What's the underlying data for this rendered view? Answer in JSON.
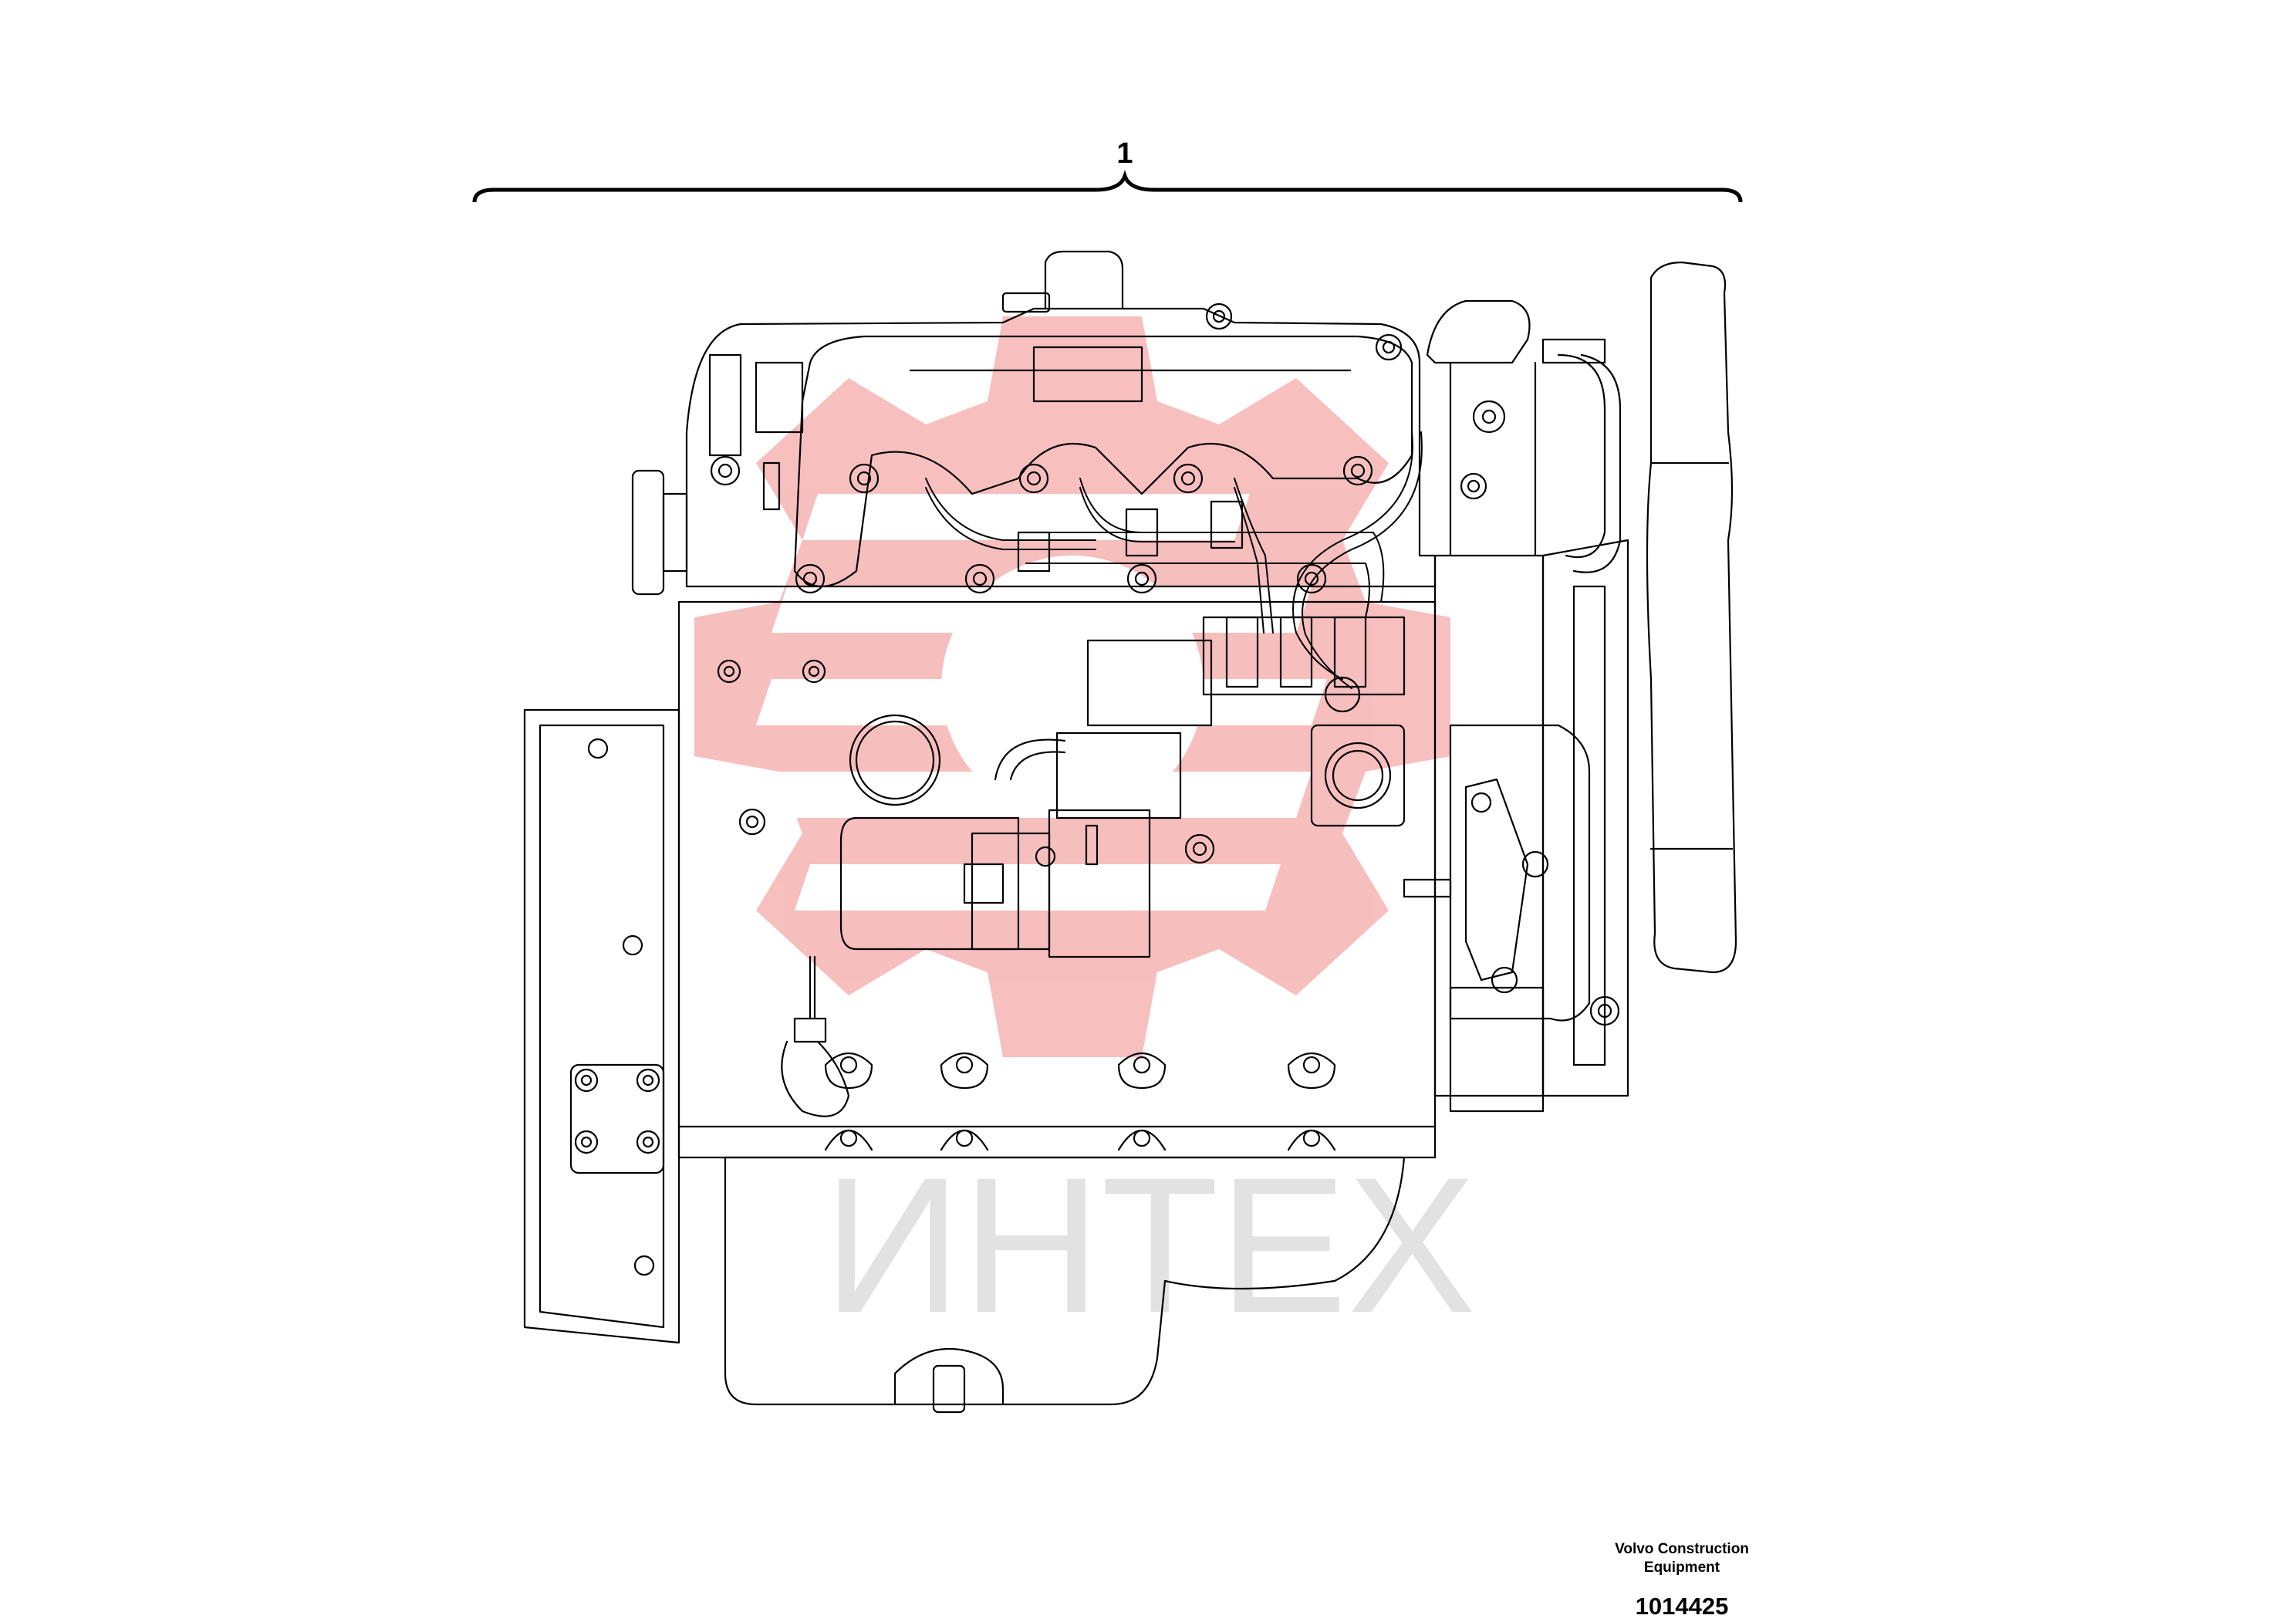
{
  "drawing": {
    "callout_label": "1",
    "company_line1": "Volvo Construction",
    "company_line2": "Equipment",
    "document_number": "1014425"
  },
  "watermark": {
    "text": "ИНТЕХ",
    "gear_color": "#f7b8b8",
    "text_color": "#e2e2e2"
  },
  "line_color": "#000000"
}
